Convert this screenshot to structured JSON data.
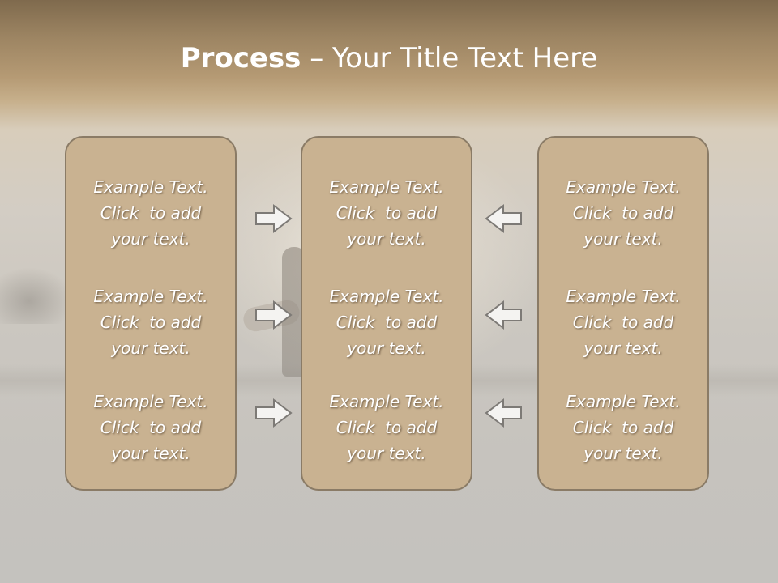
{
  "title": {
    "bold": "Process",
    "rest": " – Your Title Text Here"
  },
  "columns": [
    {
      "items": [
        [
          "Example Text.",
          "Click  to add",
          "your text."
        ],
        [
          "Example Text.",
          "Click  to add",
          "your text."
        ],
        [
          "Example Text.",
          "Click  to add",
          "your text."
        ]
      ]
    },
    {
      "items": [
        [
          "Example Text.",
          "Click  to add",
          "your text."
        ],
        [
          "Example Text.",
          "Click  to add",
          "your text."
        ],
        [
          "Example Text.",
          "Click  to add",
          "your text."
        ]
      ]
    },
    {
      "items": [
        [
          "Example Text.",
          "Click  to add",
          "your text."
        ],
        [
          "Example Text.",
          "Click  to add",
          "your text."
        ],
        [
          "Example Text.",
          "Click  to add",
          "your text."
        ]
      ]
    }
  ],
  "arrows": {
    "left_group": "arrow-right-icon",
    "right_group": "arrow-left-icon"
  },
  "colors": {
    "box_fill": "#c9b291",
    "box_border": "#8a7b66",
    "arrow_fill": "#f4f3f1",
    "arrow_stroke": "#7d7a76"
  }
}
